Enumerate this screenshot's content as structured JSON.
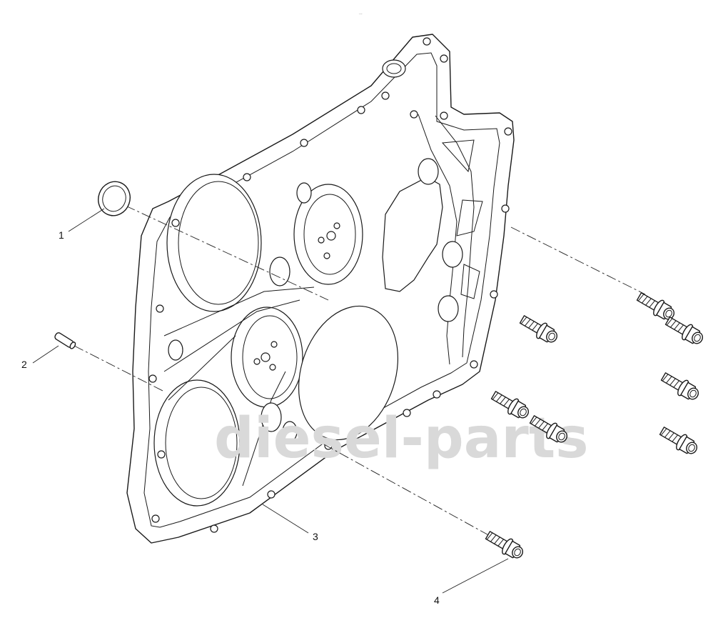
{
  "header": {
    "small_mark": "..."
  },
  "watermark": {
    "text": "diesel-parts"
  },
  "callouts": [
    {
      "id": "1",
      "label": "1"
    },
    {
      "id": "2",
      "label": "2"
    },
    {
      "id": "3",
      "label": "3"
    },
    {
      "id": "4",
      "label": "4"
    }
  ]
}
